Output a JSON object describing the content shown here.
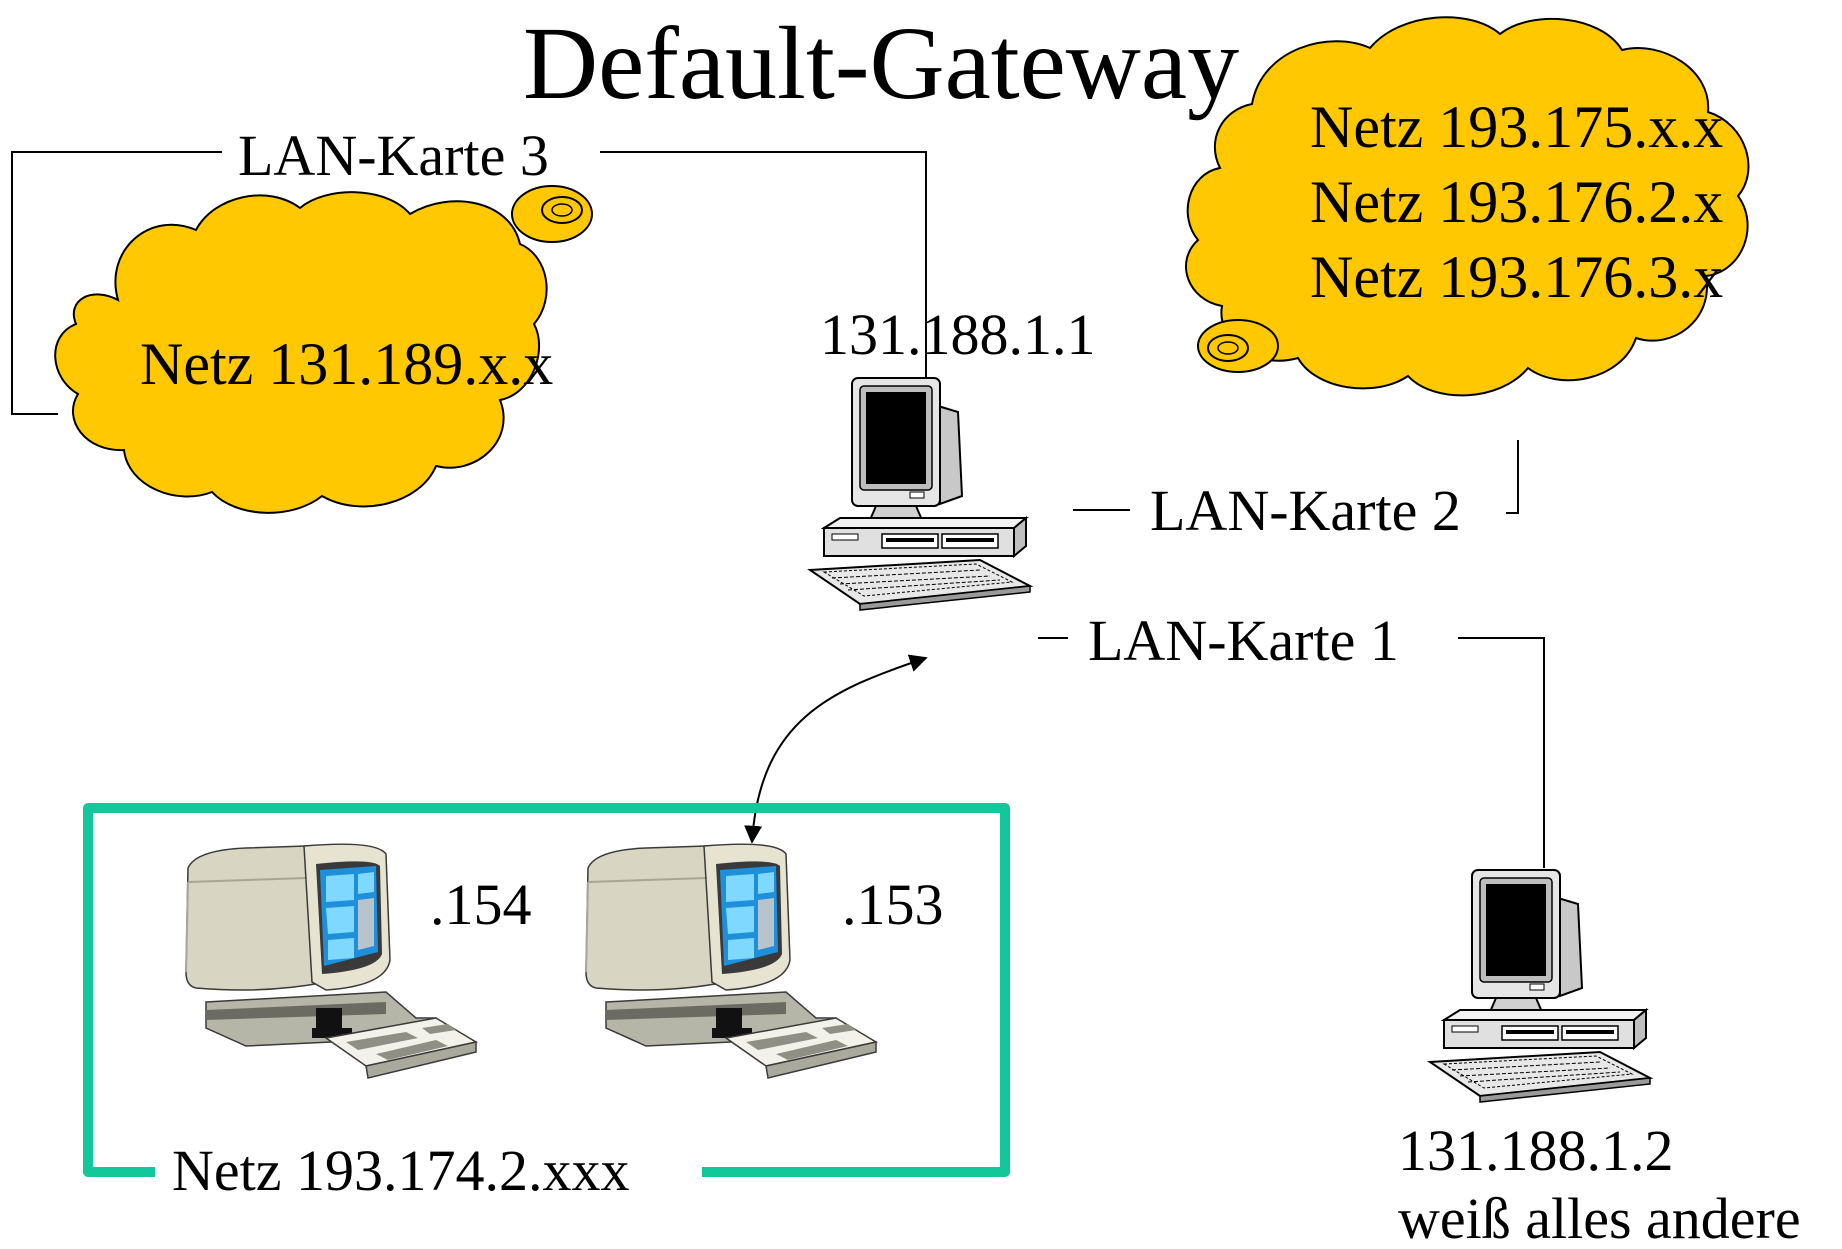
{
  "title": "Default-Gateway",
  "gateway": {
    "ip": "131.188.1.1",
    "lan_cards": [
      "LAN-Karte 3",
      "LAN-Karte 2",
      "LAN-Karte 1"
    ]
  },
  "clouds": {
    "left": {
      "networks": [
        "Netz 131.189.x.x"
      ]
    },
    "right": {
      "networks": [
        "Netz 193.175.x.x",
        "Netz 193.176.2.x",
        "Netz 193.176.3.x"
      ]
    }
  },
  "local_network": {
    "label": "Netz 193.174.2.xxx",
    "hosts": [
      ".154",
      ".153"
    ]
  },
  "router2": {
    "ip": "131.188.1.2",
    "note": "weiß alles andere"
  },
  "colors": {
    "cloud": "#FFC800",
    "lan_border": "#12C89A"
  }
}
